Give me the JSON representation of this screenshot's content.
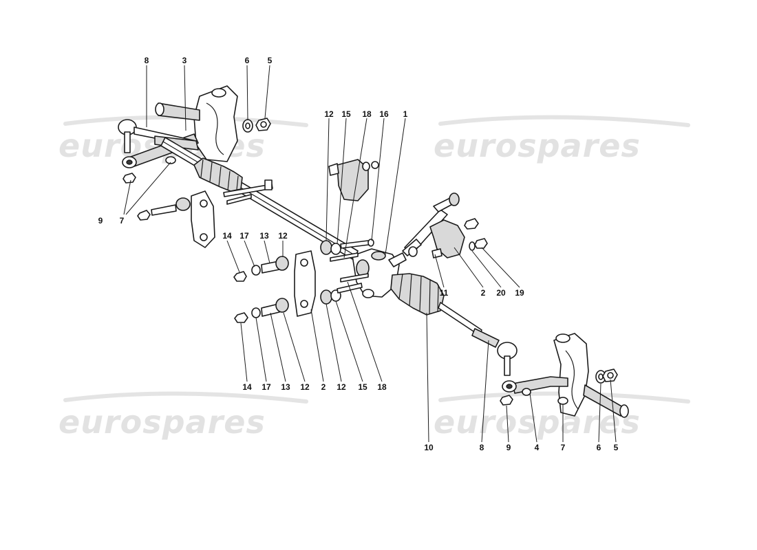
{
  "watermark": {
    "text": "eurospares",
    "color": "#e2e2e2"
  },
  "callouts": [
    "8",
    "3",
    "6",
    "5",
    "12",
    "15",
    "18",
    "16",
    "1",
    "9",
    "7",
    "14",
    "17",
    "13",
    "12",
    "11",
    "2",
    "20",
    "19",
    "14",
    "17",
    "13",
    "12",
    "2",
    "12",
    "15",
    "18",
    "10",
    "8",
    "9",
    "4",
    "7",
    "6",
    "5"
  ],
  "colors": {
    "line": "#1a1a1a",
    "part_fill": "#ffffff",
    "part_shade": "#d9d9d9"
  }
}
